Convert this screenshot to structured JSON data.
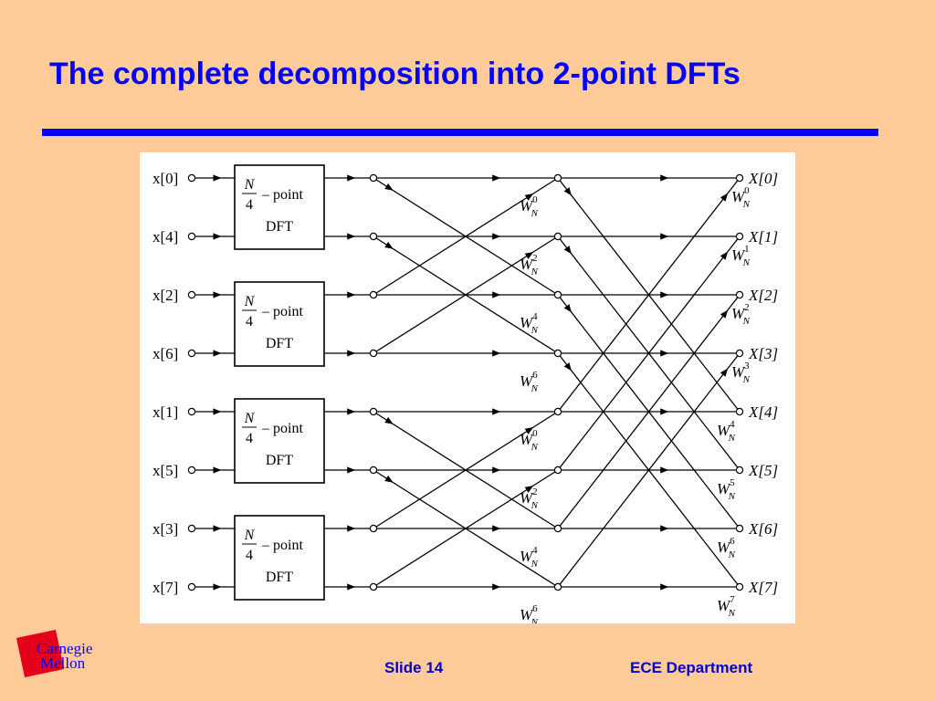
{
  "slide": {
    "title": "The complete decomposition into 2-point DFTs",
    "slide_number": "Slide 14",
    "department": "ECE Department",
    "logo": {
      "line1": "Carnegie",
      "line2": "Mellon"
    }
  },
  "colors": {
    "background": "#ffcc99",
    "accent": "#0000ff",
    "logo_red": "#e4001b"
  },
  "diagram": {
    "inputs": [
      "x[0]",
      "x[4]",
      "x[2]",
      "x[6]",
      "x[1]",
      "x[5]",
      "x[3]",
      "x[7]"
    ],
    "outputs": [
      "X[0]",
      "X[1]",
      "X[2]",
      "X[3]",
      "X[4]",
      "X[5]",
      "X[6]",
      "X[7]"
    ],
    "dft_blocks": [
      {
        "numerator": "N",
        "denominator": "4",
        "label": "– point",
        "name": "DFT"
      },
      {
        "numerator": "N",
        "denominator": "4",
        "label": "– point",
        "name": "DFT"
      },
      {
        "numerator": "N",
        "denominator": "4",
        "label": "– point",
        "name": "DFT"
      },
      {
        "numerator": "N",
        "denominator": "4",
        "label": "– point",
        "name": "DFT"
      }
    ],
    "stage2_twiddles": [
      {
        "base": "W",
        "sub": "N",
        "sup": "0"
      },
      {
        "base": "W",
        "sub": "N",
        "sup": "2"
      },
      {
        "base": "W",
        "sub": "N",
        "sup": "4"
      },
      {
        "base": "W",
        "sub": "N",
        "sup": "6"
      },
      {
        "base": "W",
        "sub": "N",
        "sup": "0"
      },
      {
        "base": "W",
        "sub": "N",
        "sup": "2"
      },
      {
        "base": "W",
        "sub": "N",
        "sup": "4"
      },
      {
        "base": "W",
        "sub": "N",
        "sup": "6"
      }
    ],
    "stage3_twiddles": [
      {
        "base": "W",
        "sub": "N",
        "sup": "0"
      },
      {
        "base": "W",
        "sub": "N",
        "sup": "1"
      },
      {
        "base": "W",
        "sub": "N",
        "sup": "2"
      },
      {
        "base": "W",
        "sub": "N",
        "sup": "3"
      },
      {
        "base": "W",
        "sub": "N",
        "sup": "4"
      },
      {
        "base": "W",
        "sub": "N",
        "sup": "5"
      },
      {
        "base": "W",
        "sub": "N",
        "sup": "6"
      },
      {
        "base": "W",
        "sub": "N",
        "sup": "7"
      }
    ]
  }
}
